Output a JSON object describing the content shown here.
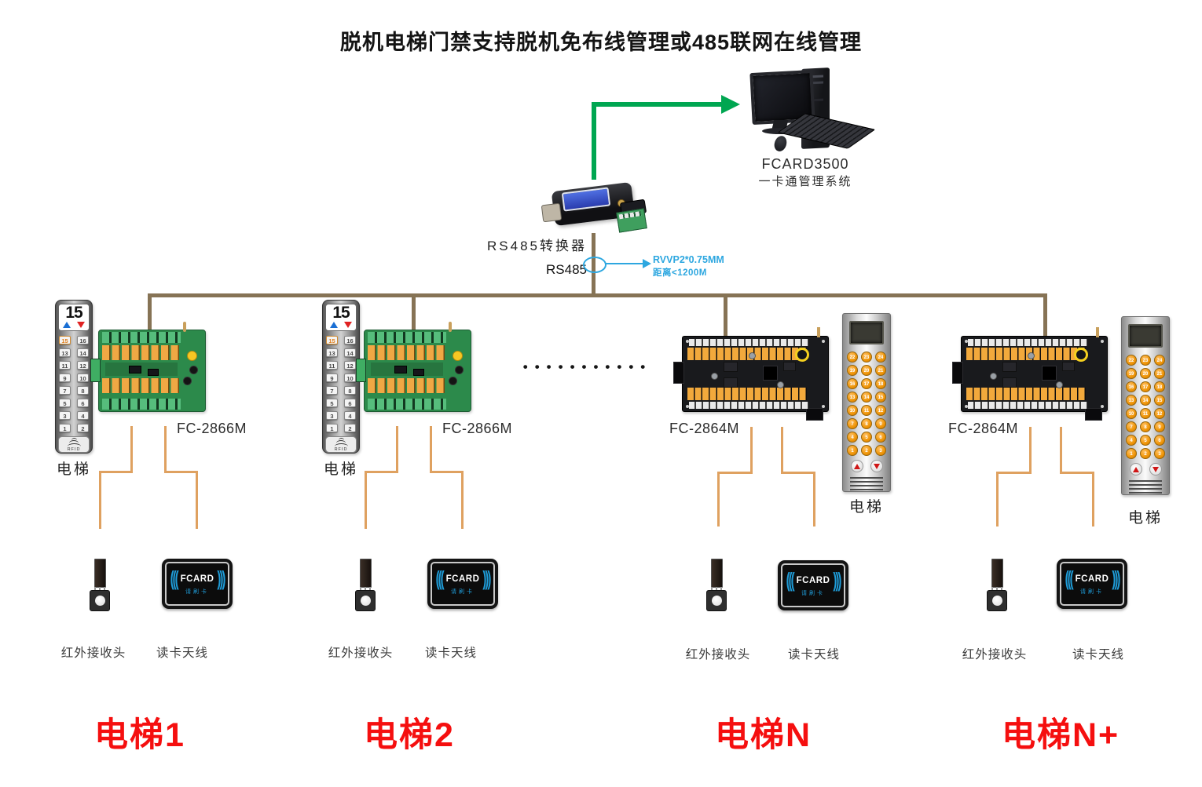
{
  "title": "脱机电梯门禁支持脱机免布线管理或485联网在线管理",
  "management_system": {
    "name": "FCARD3500",
    "subtitle": "一卡通管理系统"
  },
  "converter": {
    "label": "RS485转换器"
  },
  "bus": {
    "label": "RS485",
    "cable_note_line1": "RVVP2*0.75MM",
    "cable_note_line2": "距离<1200M"
  },
  "separator_dots": "•••••••••••",
  "panel_a": {
    "display": "15",
    "active": "15",
    "buttons": [
      15,
      16,
      13,
      14,
      11,
      12,
      9,
      10,
      7,
      8,
      5,
      6,
      3,
      4,
      1,
      2
    ],
    "rfid": "RFID",
    "caption": "电梯"
  },
  "panel_b": {
    "buttons": [
      22,
      23,
      24,
      19,
      20,
      21,
      16,
      17,
      18,
      13,
      14,
      15,
      10,
      11,
      12,
      7,
      8,
      9,
      4,
      5,
      6,
      1,
      2,
      3
    ],
    "caption": "电梯"
  },
  "card_reader": {
    "arcs_left": "(((",
    "brand": "FCARD",
    "arcs_right": ")))",
    "hint": "请刷卡"
  },
  "labels": {
    "ir": "红外接收头",
    "antenna": "读卡天线"
  },
  "branches": [
    {
      "controller": "FC-2866M",
      "name": "电梯1"
    },
    {
      "controller": "FC-2866M",
      "name": "电梯2"
    },
    {
      "controller": "FC-2864M",
      "name": "电梯N"
    },
    {
      "controller": "FC-2864M",
      "name": "电梯N+"
    }
  ],
  "colors": {
    "bus_brown": "#867355",
    "wire_orange": "#dfa160",
    "link_green": "#00a651",
    "note_blue": "#2da7e0",
    "branch_red": "#f50f0f",
    "relay_orange": "#f0a844",
    "pcb_green": "#2c8a4b",
    "pcb_black": "#191a1d",
    "reader_blue": "#1f9cd8"
  }
}
